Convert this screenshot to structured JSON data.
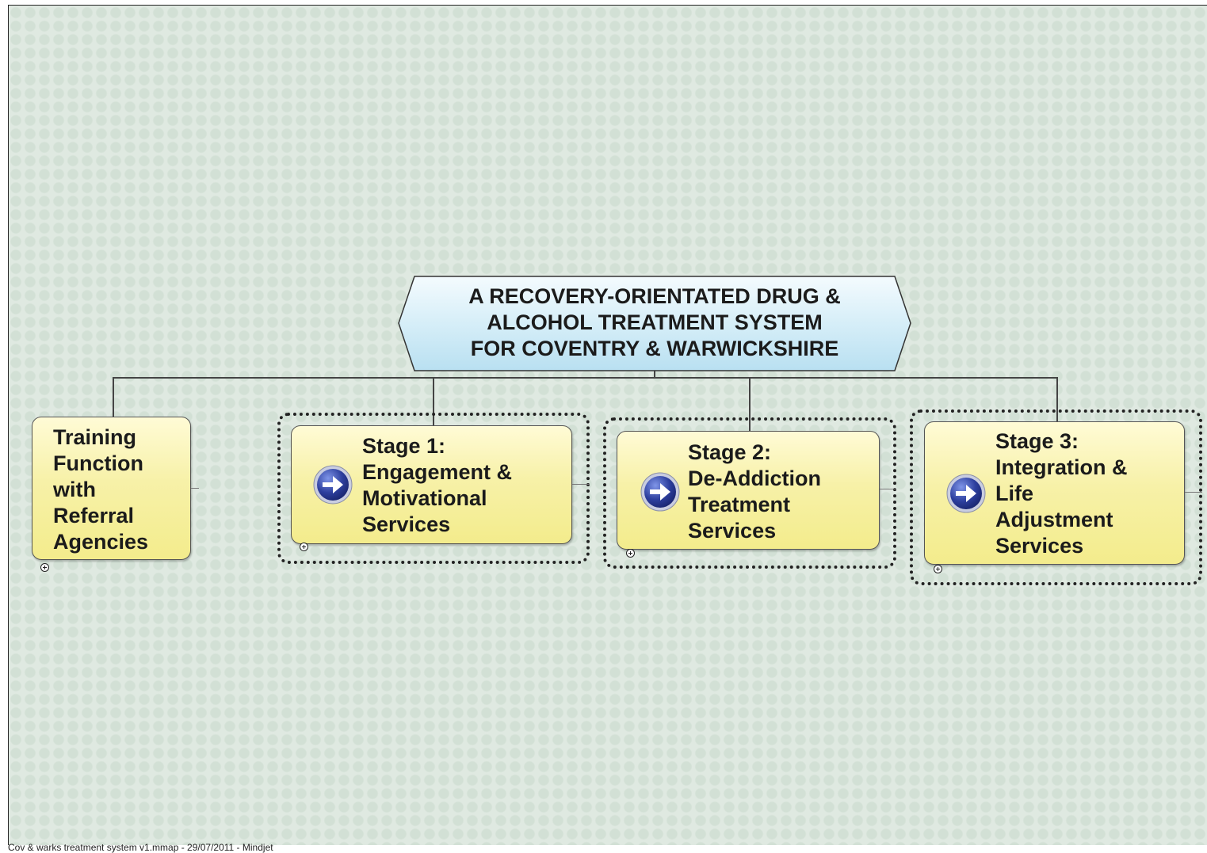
{
  "map": {
    "central_topic": {
      "lines": [
        "A RECOVERY-ORIENTATED DRUG &",
        "ALCOHOL TREATMENT SYSTEM",
        "FOR COVENTRY & WARWICKSHIRE"
      ]
    },
    "topics": [
      {
        "id": "training",
        "lines": [
          "Training",
          "Function",
          "with",
          "Referral",
          "Agencies"
        ],
        "icon": null,
        "boundary": false
      },
      {
        "id": "stage1",
        "lines": [
          "Stage 1:",
          "Engagement &",
          "Motivational",
          "Services"
        ],
        "icon": "arrow-right-icon",
        "boundary": true
      },
      {
        "id": "stage2",
        "lines": [
          "Stage 2:",
          "De-Addiction",
          "Treatment",
          "Services"
        ],
        "icon": "arrow-right-icon",
        "boundary": true
      },
      {
        "id": "stage3",
        "lines": [
          "Stage 3:",
          "Integration &",
          "Life",
          "Adjustment",
          "Services"
        ],
        "icon": "arrow-right-icon",
        "boundary": true
      }
    ]
  },
  "colors": {
    "background": "#dfe9e1",
    "topic_fill": "#f7f1a8",
    "central_fill": "#d6eef8",
    "icon_blue": "#2d3f9e"
  },
  "footer": {
    "text": "Cov & warks treatment system v1.mmap - 29/07/2011 - Mindjet"
  }
}
